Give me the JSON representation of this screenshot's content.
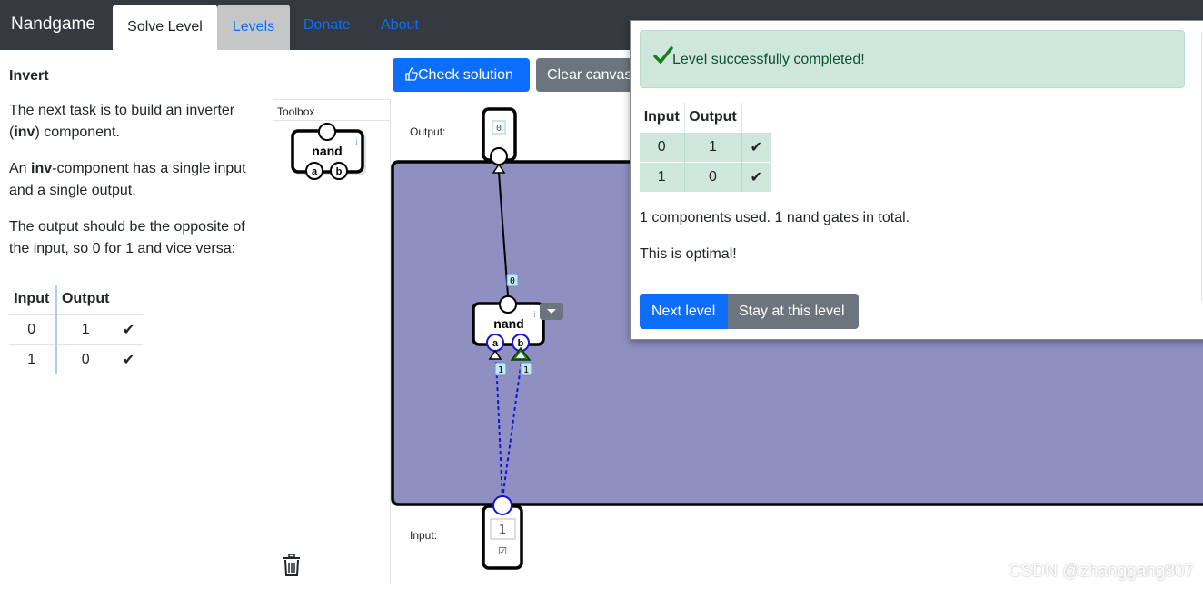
{
  "navbar": {
    "brand": "Nandgame",
    "tabs": [
      "Solve Level",
      "Levels"
    ],
    "links": [
      "Donate",
      "About"
    ]
  },
  "level": {
    "title": "Invert",
    "p1_a": "The next task is to build an inverter (",
    "p1_b": "inv",
    "p1_c": ") component.",
    "p2_a": "An ",
    "p2_b": "inv",
    "p2_c": "-component has a single input and a single output.",
    "p3": "The output should be the opposite of the input, so 0 for 1 and vice versa:",
    "truth_table": {
      "headers": [
        "Input",
        "Output"
      ],
      "rows": [
        {
          "input": "0",
          "output": "1",
          "status": "✔"
        },
        {
          "input": "1",
          "output": "0",
          "status": "✔"
        }
      ]
    }
  },
  "toolbar": {
    "check_label": "Check solution",
    "clear_label": "Clear canvas"
  },
  "toolbox": {
    "title": "Toolbox",
    "gate_label": "nand",
    "pin_a": "a",
    "pin_b": "b",
    "info_glyph": "i"
  },
  "canvas": {
    "output_label": "Output:",
    "input_label": "Input:",
    "output_value": "0",
    "input_value": "1",
    "input_checkbox": "☑",
    "gate_label": "nand",
    "pin_a": "a",
    "pin_b": "b",
    "wire_out_value": "0",
    "wire_a_value": "1",
    "wire_b_value": "1",
    "board_color": "#8f8fc2"
  },
  "modal": {
    "alert_text": "Level successfully completed!",
    "table": {
      "headers": [
        "Input",
        "Output"
      ],
      "rows": [
        {
          "input": "0",
          "output": "1",
          "status": "✔"
        },
        {
          "input": "1",
          "output": "0",
          "status": "✔"
        }
      ]
    },
    "components_text": "1 components used. 1 nand gates in total.",
    "optimal_text": "This is optimal!",
    "next_label": "Next level",
    "stay_label": "Stay at this level"
  },
  "watermark": "CSDN @zhanggang807",
  "colors": {
    "primary": "#0d6efd",
    "secondary": "#6c757d",
    "success_bg": "#cfe6dc",
    "navbar": "#343a40"
  }
}
